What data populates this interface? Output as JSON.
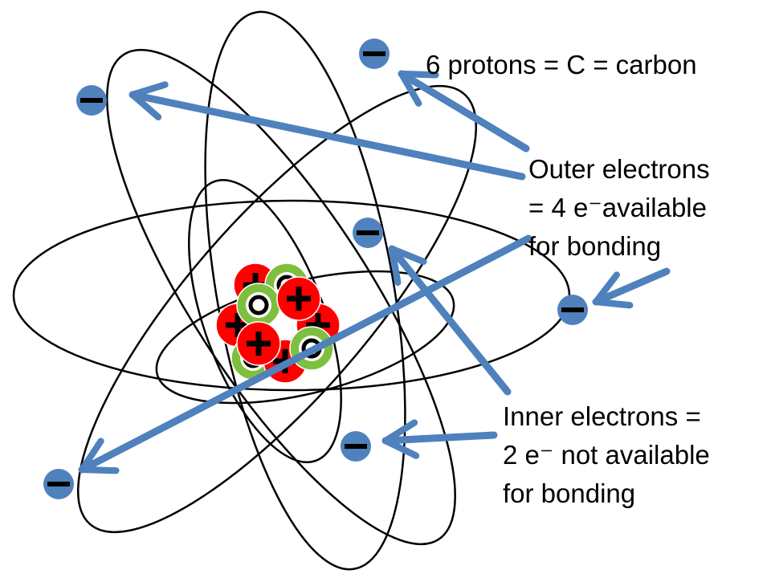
{
  "colors": {
    "electron": "#4f81bd",
    "arrow": "#4f81bd",
    "proton": "#ff0000",
    "neutron": "#7fbf3f",
    "orbit": "#000000"
  },
  "labels": {
    "protons": "6 protons = C = carbon",
    "outer": {
      "line1": "Outer electrons",
      "line2": "= 4 e⁻available",
      "line3": "for bonding"
    },
    "inner": {
      "line1": "Inner electrons =",
      "line2": "2 e⁻ not available",
      "line3": "for bonding"
    }
  },
  "particles": {
    "proton_count": 6,
    "neutron_count": 6,
    "electron_count": 6,
    "outer_electron_count": 4,
    "inner_electron_count": 2,
    "proton_sign": "+",
    "electron_sign": "−",
    "neutron_symbol": "o"
  },
  "icons": {
    "electron": "minus-circle-icon",
    "proton": "plus-circle-icon",
    "neutron": "neutral-circle-icon"
  }
}
